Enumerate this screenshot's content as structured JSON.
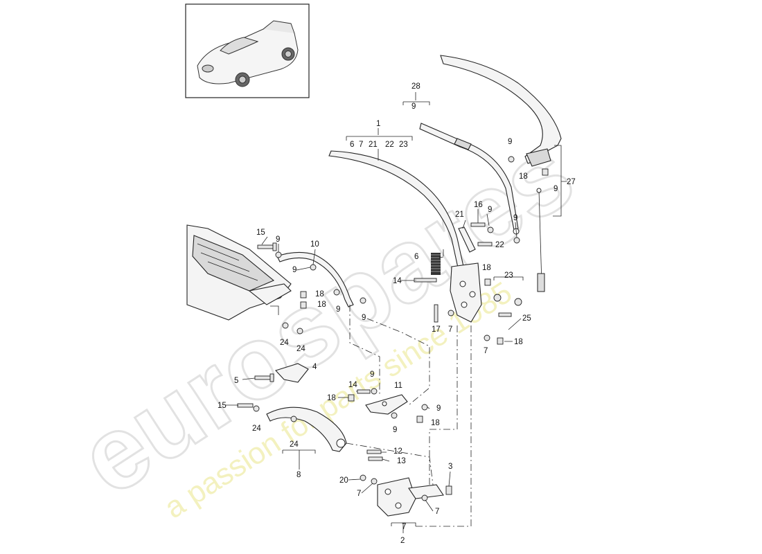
{
  "watermark": {
    "brand": "eurospares",
    "tagline": "a passion for parts since 1985",
    "brand_color": "#e2e2e2",
    "tagline_color": "#f2efb4"
  },
  "thumbnail": {
    "icon": "car-roadster-icon"
  },
  "callouts": {
    "c28": "28",
    "c9_top": "9",
    "c1": "1",
    "c6": "6",
    "c7a": "7",
    "c21a": "21",
    "c22a": "22",
    "c23a": "23",
    "c9_r1": "9",
    "c18_r1": "18",
    "c27": "27",
    "c9_r2": "9",
    "c16": "16",
    "c9_r3": "9",
    "c9_r4": "9",
    "c21b": "21",
    "c22b": "22",
    "c6b": "6",
    "c18_r2": "18",
    "c23b": "23",
    "c14a": "14",
    "c25": "25",
    "c17": "17",
    "c7b": "7",
    "c7c": "7",
    "c18_r3": "18",
    "c15a": "15",
    "c9_l1": "9",
    "c10": "10",
    "c9_l2": "9",
    "c18_l1": "18",
    "c18_l2": "18",
    "c9_l3": "9",
    "c9_l4": "9",
    "c24a": "24",
    "c24b": "24",
    "c4": "4",
    "c5": "5",
    "c9_m1": "9",
    "c14b": "14",
    "c11": "11",
    "c18_m1": "18",
    "c9_m2": "9",
    "c18_m2": "18",
    "c9_m3": "9",
    "c15b": "15",
    "c24c": "24",
    "c24d": "24",
    "c8": "8",
    "c12": "12",
    "c13": "13",
    "c3": "3",
    "c20": "20",
    "c7d": "7",
    "c7e": "7",
    "c7f": "7",
    "c2": "2"
  }
}
